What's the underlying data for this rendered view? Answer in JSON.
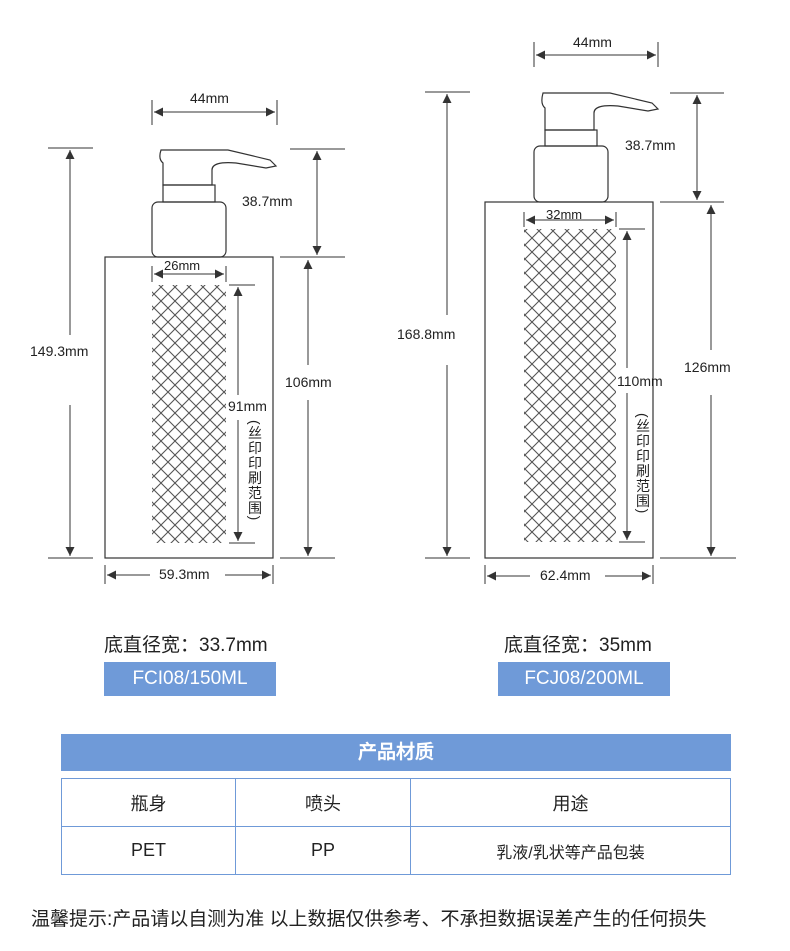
{
  "left_bottle": {
    "top_width": "44mm",
    "pump_height": "38.7mm",
    "total_height": "149.3mm",
    "body_height": "106mm",
    "print_width": "26mm",
    "print_height": "91mm",
    "print_area_label": "(丝印印刷范围)",
    "body_width": "59.3mm",
    "base_spec": "底直径宽：33.7mm",
    "model": "FCI08/150ML"
  },
  "right_bottle": {
    "top_width": "44mm",
    "pump_height": "38.7mm",
    "total_height": "168.8mm",
    "body_height": "126mm",
    "print_width": "32mm",
    "print_height": "110mm",
    "print_area_label": "(丝印印刷范围)",
    "body_width": "62.4mm",
    "base_spec": "底直径宽：35mm",
    "model": "FCJ08/200ML"
  },
  "materials": {
    "title": "产品材质",
    "headers": [
      "瓶身",
      "喷头",
      "用途"
    ],
    "row": [
      "PET",
      "PP",
      "乳液/乳状等产品包装"
    ]
  },
  "note": "温馨提示:产品请以自测为准  以上数据仅供参考、不承担数据误差产生的任何损失",
  "colors": {
    "accent": "#6f9ad8",
    "line": "#333333"
  }
}
